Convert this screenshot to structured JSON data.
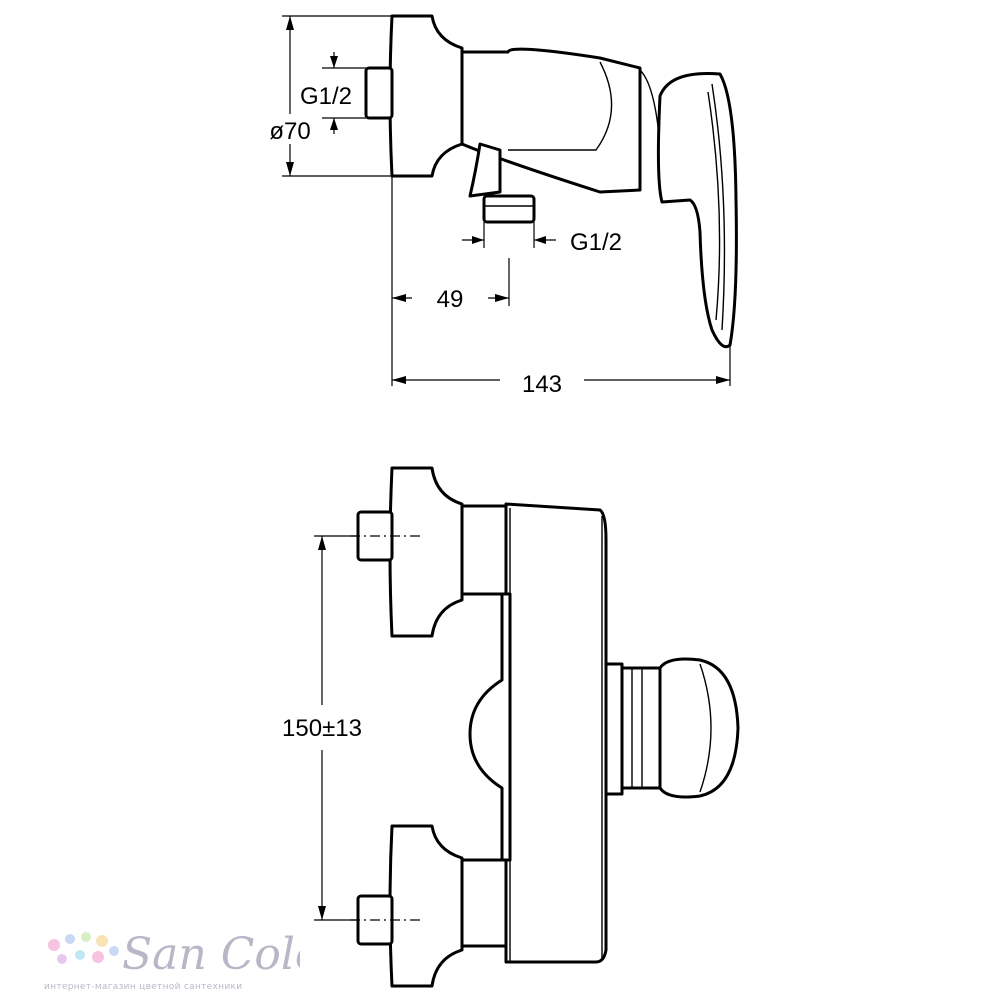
{
  "dimensions": {
    "top_inlet_thread": "G1/2",
    "body_diameter": "ø70",
    "outlet_thread": "G1/2",
    "outlet_offset": "49",
    "total_depth": "143",
    "inlet_spacing": "150±13"
  },
  "watermark": {
    "brand": "San Color",
    "tagline": "интернет-магазин цветной сантехники",
    "dot_colors": [
      "#f7c3e0",
      "#c8d8f5",
      "#d6f0c4",
      "#f8e3b5",
      "#e8c8f0",
      "#bfe6f2"
    ]
  }
}
